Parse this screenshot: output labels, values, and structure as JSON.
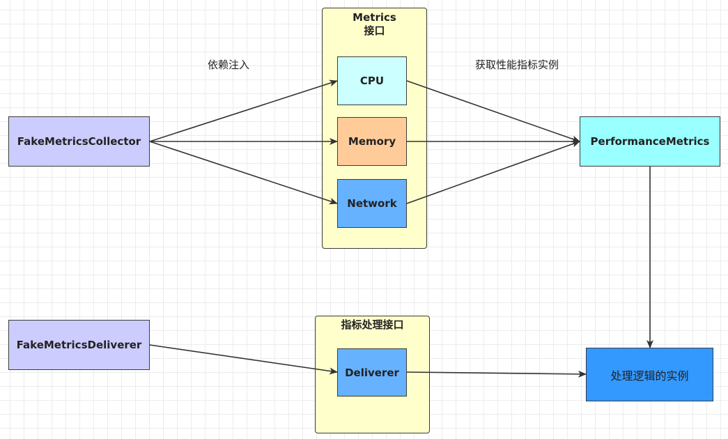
{
  "groups": {
    "metrics_interface": {
      "title": "Metrics\n接口",
      "fill": "#ffffcc"
    },
    "process_interface": {
      "title": "指标处理接口",
      "fill": "#ffffcc"
    }
  },
  "nodes": {
    "collector": {
      "label": "FakeMetricsCollector",
      "fill": "#ccccff"
    },
    "cpu": {
      "label": "CPU",
      "fill": "#ccffff"
    },
    "memory": {
      "label": "Memory",
      "fill": "#ffcc99"
    },
    "network": {
      "label": "Network",
      "fill": "#66b2ff"
    },
    "performance": {
      "label": "PerformanceMetrics",
      "fill": "#99ffff"
    },
    "deliverer_src": {
      "label": "FakeMetricsDeliverer",
      "fill": "#ccccff"
    },
    "deliverer": {
      "label": "Deliverer",
      "fill": "#66b2ff"
    },
    "logic": {
      "label": "处理逻辑的实例",
      "fill": "#3399ff"
    }
  },
  "edge_labels": {
    "injection": "依赖注入",
    "get_instance": "获取性能指标实例"
  },
  "colors": {
    "edge": "#333333"
  }
}
